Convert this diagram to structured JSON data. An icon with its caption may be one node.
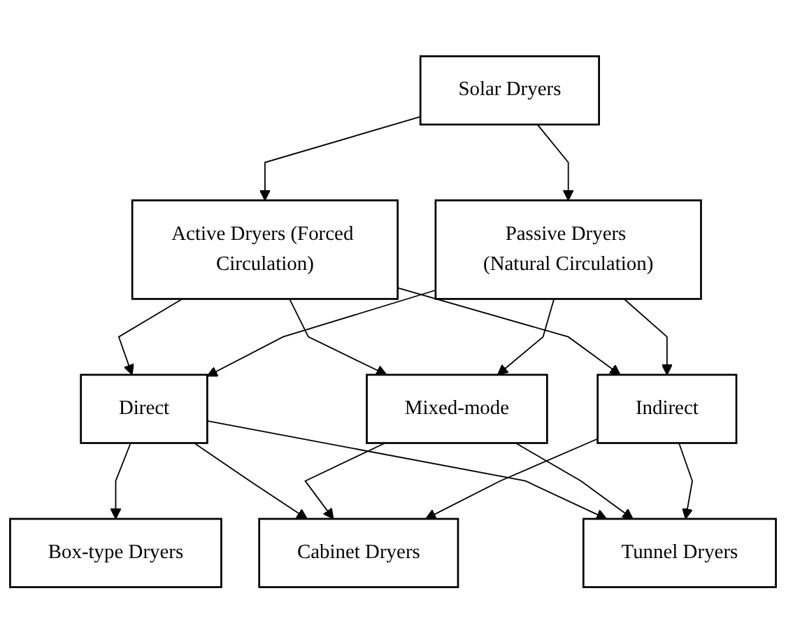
{
  "diagram": {
    "nodes": [
      {
        "text": [
          "Solar Dryers"
        ]
      },
      {
        "text": [
          "Active Dryers (Forced Circulation)"
        ]
      },
      {
        "text": [
          "Passive Dryers (Natural Circulation)"
        ]
      },
      {
        "text": [
          "Direct"
        ]
      },
      {
        "text": [
          "Mixed-mode"
        ]
      },
      {
        "text": [
          "Indirect"
        ]
      },
      {
        "text": [
          "Box-type Dryers"
        ]
      },
      {
        "text": [
          "Cabinet Dryers"
        ]
      },
      {
        "text": [
          "Tunnel Dryers"
        ]
      }
    ],
    "edges": [
      {
        "from": 0,
        "to": 1,
        "arrow": "to"
      },
      {
        "from": 0,
        "to": 2,
        "arrow": "to"
      },
      {
        "from": 1,
        "to": 3,
        "arrow": "to"
      },
      {
        "from": 1,
        "to": 4,
        "arrow": "to"
      },
      {
        "from": 1,
        "to": 5,
        "arrow": "to"
      },
      {
        "from": 2,
        "to": 3,
        "arrow": "to"
      },
      {
        "from": 2,
        "to": 4,
        "arrow": "to"
      },
      {
        "from": 2,
        "to": 5,
        "arrow": "to"
      },
      {
        "from": 3,
        "to": 6,
        "arrow": "to"
      },
      {
        "from": 3,
        "to": 7,
        "arrow": "to"
      },
      {
        "from": 3,
        "to": 8,
        "arrow": "to"
      },
      {
        "from": 4,
        "to": 7,
        "arrow": "to"
      },
      {
        "from": 4,
        "to": 8,
        "arrow": "to"
      },
      {
        "from": 5,
        "to": 7,
        "arrow": "to"
      },
      {
        "from": 5,
        "to": 8,
        "arrow": "to"
      }
    ]
  }
}
